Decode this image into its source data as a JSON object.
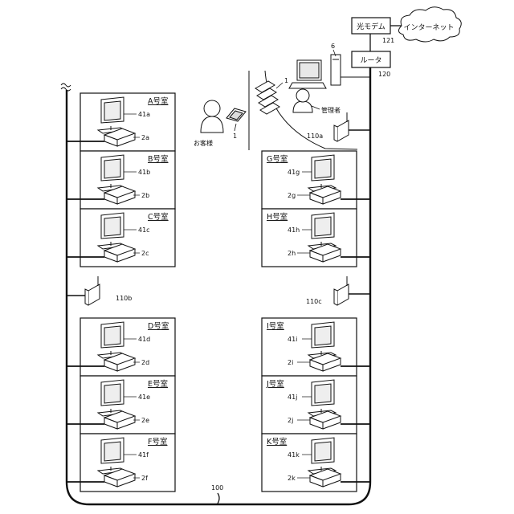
{
  "network": {
    "internet_label": "インターネット",
    "modem_label": "光モデム",
    "modem_ref": "121",
    "router_label": "ルータ",
    "router_ref": "120",
    "bus_ref": "100",
    "pc_ref": "6",
    "tablets_ref": "1",
    "handheld_ref": "1",
    "manager_label": "管理者",
    "customer_label": "お客様"
  },
  "access_points": [
    {
      "ref": "110a"
    },
    {
      "ref": "110b"
    },
    {
      "ref": "110c"
    }
  ],
  "rooms_left": [
    {
      "name": "A号室",
      "tv": "41a",
      "stb": "2a"
    },
    {
      "name": "B号室",
      "tv": "41b",
      "stb": "2b"
    },
    {
      "name": "C号室",
      "tv": "41c",
      "stb": "2c"
    },
    {
      "name": "D号室",
      "tv": "41d",
      "stb": "2d"
    },
    {
      "name": "E号室",
      "tv": "41e",
      "stb": "2e"
    },
    {
      "name": "F号室",
      "tv": "41f",
      "stb": "2f"
    }
  ],
  "rooms_right": [
    {
      "name": "G号室",
      "tv": "41g",
      "stb": "2g"
    },
    {
      "name": "H号室",
      "tv": "41h",
      "stb": "2h"
    },
    {
      "name": "I号室",
      "tv": "41i",
      "stb": "2i"
    },
    {
      "name": "J号室",
      "tv": "41j",
      "stb": "2j"
    },
    {
      "name": "K号室",
      "tv": "41k",
      "stb": "2k"
    }
  ]
}
